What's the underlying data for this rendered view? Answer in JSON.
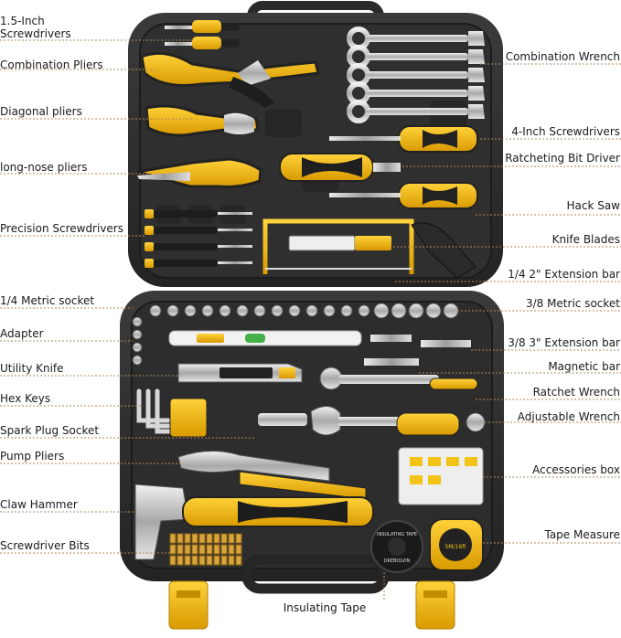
{
  "left_labels": [
    "1.5-Inch Screwdrivers",
    "Combination Pliers",
    "Diagonal pliers",
    "long-nose pliers",
    "Precision Screwdrivers",
    "1/4 Metric socket",
    "Adapter",
    "Utility Knife",
    "Hex Keys",
    "Spark Plug Socket",
    "Pump Pliers",
    "Claw Hammer",
    "Screwdriver Bits"
  ],
  "right_labels": [
    "Combination Wrench",
    "4-Inch Screwdrivers",
    "Ratcheting Bit Driver",
    "Hack Saw",
    "Knife Blades",
    "1/4 2\" Extension bar",
    "3/8 Metric socket",
    "3/8 3\" Extension bar",
    "Magnetic bar",
    "Ratchet Wrench",
    "Adjustable Wrench",
    "Accessories box",
    "Tape Measure"
  ],
  "bottom_label": "Insulating Tape",
  "tape_text": {
    "insulating": "INSULATING TAPE",
    "brand": "DREBOLVIN",
    "size": "5M/16ft"
  },
  "colors": {
    "case": "#2a2a2a",
    "case_inner": "#3a3a3a",
    "tray": "#1f1f1f",
    "accent_yellow": "#f2b80f",
    "chrome": "#c9c9c9",
    "leader": "#c79a6a"
  }
}
